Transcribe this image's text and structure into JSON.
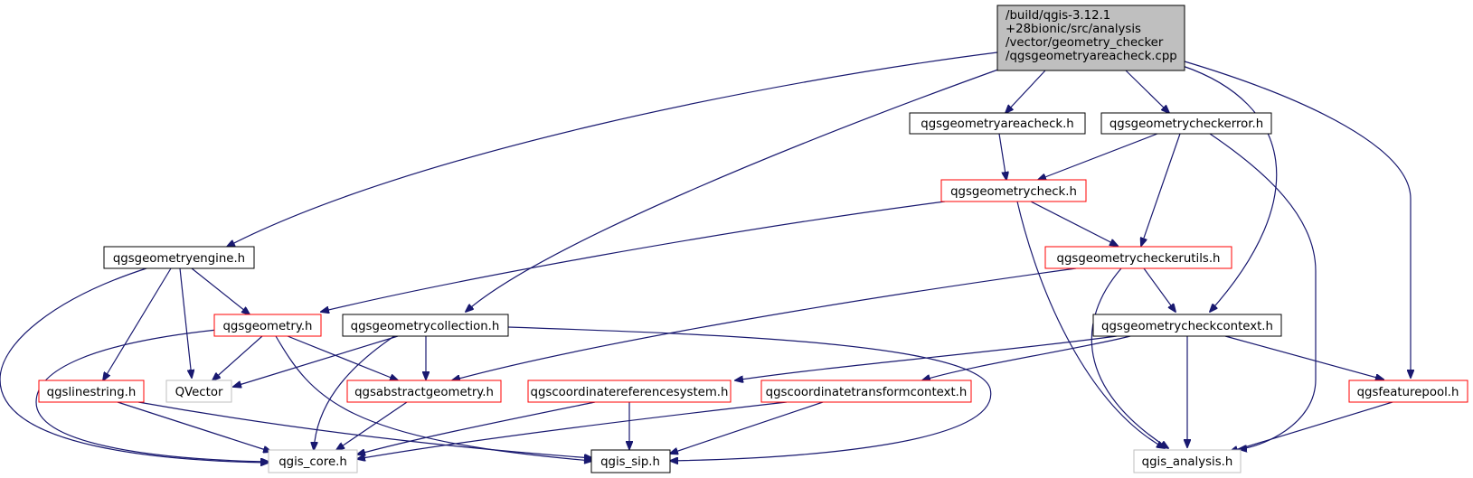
{
  "colors": {
    "edge": "#191970",
    "border_default": "#000000",
    "border_red": "#ff0000",
    "border_gray": "#bfbfbf",
    "root_fill": "#bfbfbf",
    "node_fill": "#ffffff"
  },
  "nodes": {
    "root": {
      "lines": [
        "/build/qgis-3.12.1",
        "+28bionic/src/analysis",
        "/vector/geometry_checker",
        "/qgsgeometryareacheck.cpp"
      ],
      "style": "root"
    },
    "areacheck_h": {
      "label": "qgsgeometryareacheck.h",
      "style": "black"
    },
    "checkerror_h": {
      "label": "qgsgeometrycheckerror.h",
      "style": "black"
    },
    "check_h": {
      "label": "qgsgeometrycheck.h",
      "style": "red"
    },
    "engine_h": {
      "label": "qgsgeometryengine.h",
      "style": "black"
    },
    "checkerutils_h": {
      "label": "qgsgeometrycheckerutils.h",
      "style": "red"
    },
    "geometry_h": {
      "label": "qgsgeometry.h",
      "style": "red"
    },
    "collection_h": {
      "label": "qgsgeometrycollection.h",
      "style": "black"
    },
    "checkcontext_h": {
      "label": "qgsgeometrycheckcontext.h",
      "style": "black"
    },
    "linestring_h": {
      "label": "qgslinestring.h",
      "style": "red"
    },
    "qvector": {
      "label": "QVector",
      "style": "gray"
    },
    "abstractgeometry_h": {
      "label": "qgsabstractgeometry.h",
      "style": "red"
    },
    "crs_h": {
      "label": "qgscoordinatereferencesystem.h",
      "style": "red"
    },
    "transformcontext_h": {
      "label": "qgscoordinatetransformcontext.h",
      "style": "red"
    },
    "featurepool_h": {
      "label": "qgsfeaturepool.h",
      "style": "red"
    },
    "qgis_core_h": {
      "label": "qgis_core.h",
      "style": "gray"
    },
    "qgis_sip_h": {
      "label": "qgis_sip.h",
      "style": "black"
    },
    "qgis_analysis_h": {
      "label": "qgis_analysis.h",
      "style": "gray"
    }
  }
}
